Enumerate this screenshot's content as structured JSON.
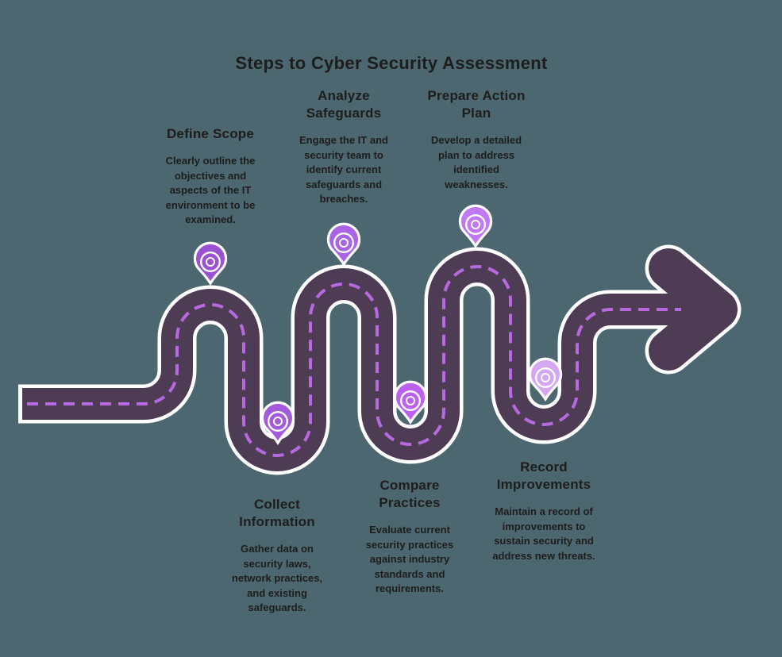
{
  "title": "Steps to Cyber Security Assessment",
  "colors": {
    "background": "#4c676f",
    "road_fill": "#4e3c55",
    "road_outline": "#ffffff",
    "lane_dash": "#b76ae0",
    "text": "#1d1d1d",
    "pin_inner": "#ffffff"
  },
  "steps": [
    {
      "title": "Define Scope",
      "description": "Clearly outline the\nobjectives and\naspects of the IT\nenvironment to be\nexamined.",
      "pin_color": "#9b51d1"
    },
    {
      "title": "Collect\nInformation",
      "description": "Gather data on\nsecurity laws,\nnetwork practices,\nand existing\nsafeguards.",
      "pin_color": "#a25bdb"
    },
    {
      "title": "Analyze\nSafeguards",
      "description": "Engage the IT and\nsecurity team to\nidentify current\nsafeguards and\nbreaches.",
      "pin_color": "#ab63e5"
    },
    {
      "title": "Compare\nPractices",
      "description": "Evaluate current\nsecurity practices\nagainst industry\nstandards and\nrequirements.",
      "pin_color": "#bc60ef"
    },
    {
      "title": "Prepare Action\nPlan",
      "description": "Develop a detailed\nplan to address\nidentified\nweaknesses.",
      "pin_color": "#c178f3"
    },
    {
      "title": "Record\nImprovements",
      "description": "Maintain a record of\nimprovements to\nsustain security and\naddress new threats.",
      "pin_color": "#d5a7f3"
    }
  ]
}
